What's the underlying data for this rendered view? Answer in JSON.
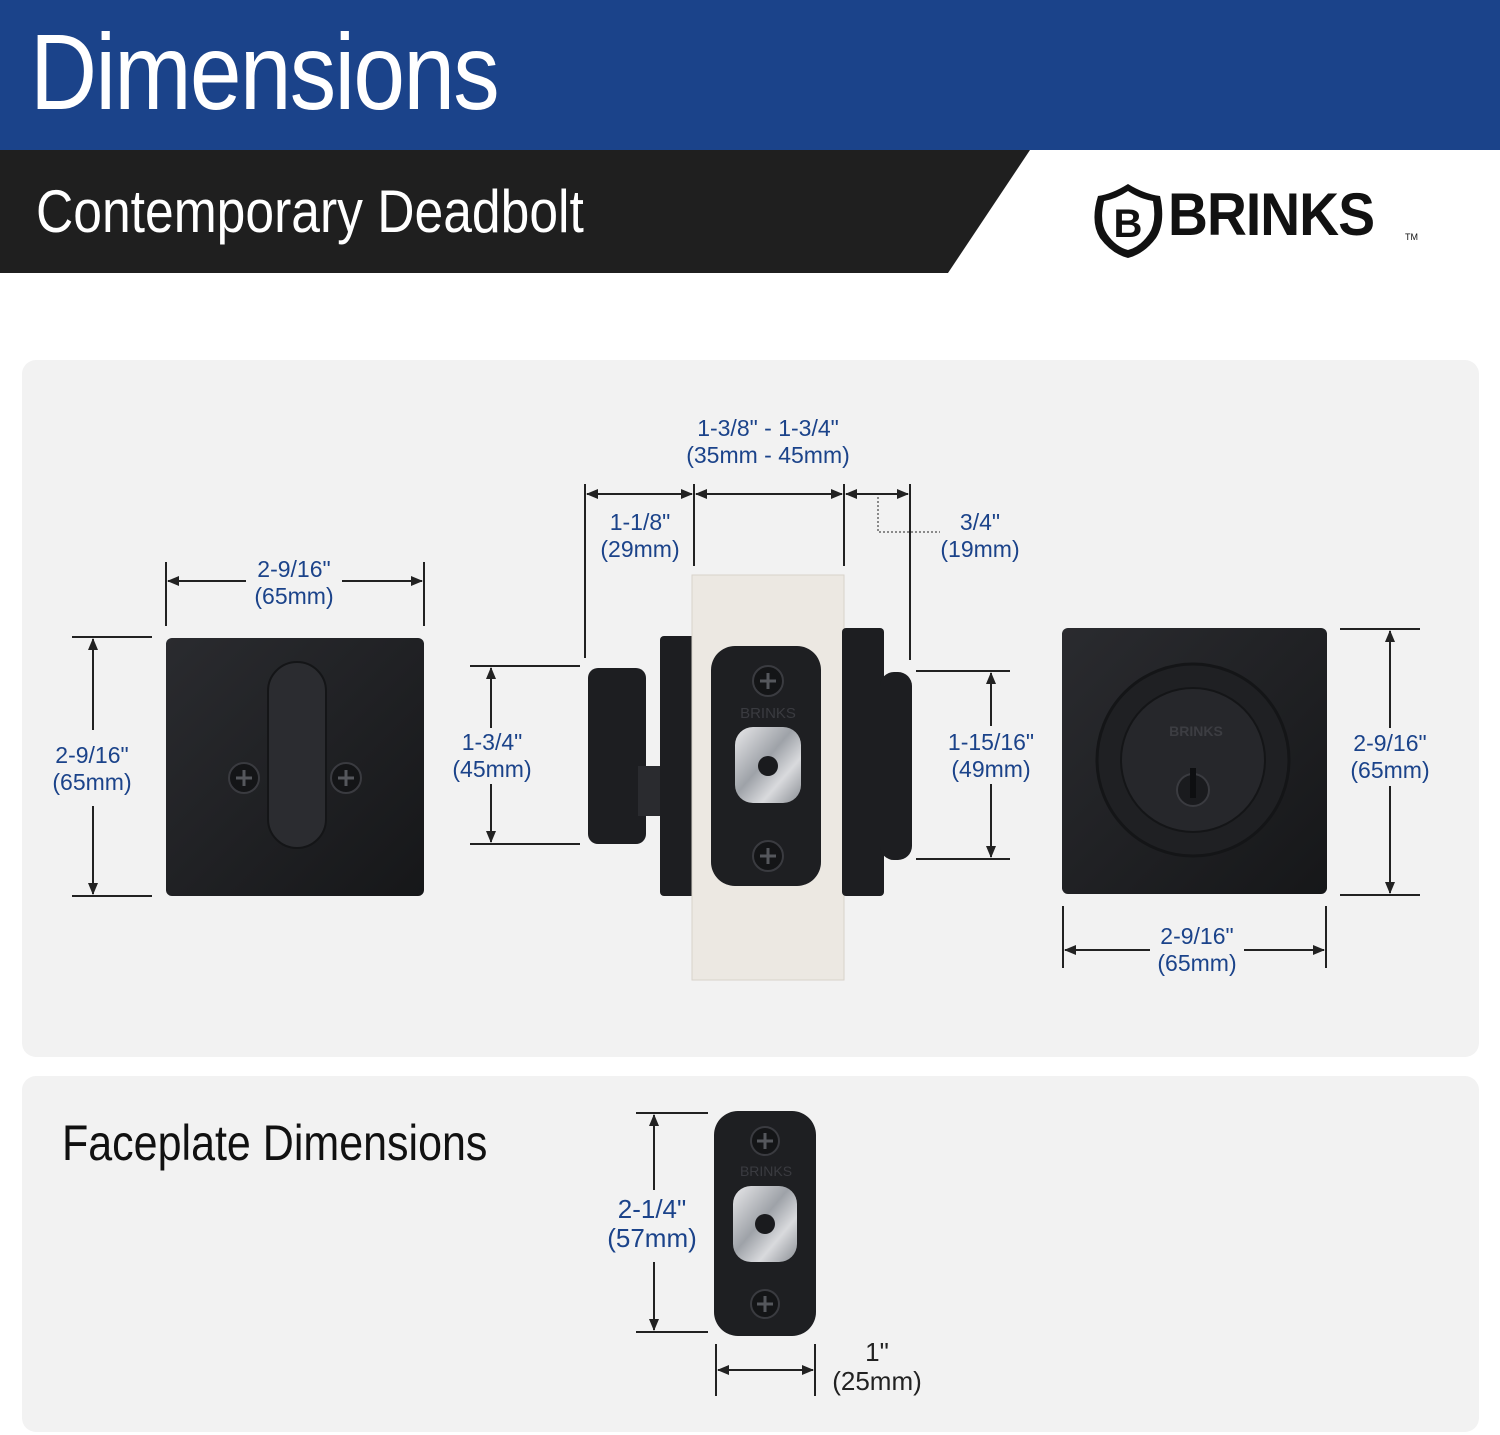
{
  "header": {
    "title": "Dimensions",
    "subtitle": "Contemporary Deadbolt",
    "brand": "BRINKS",
    "brand_mark_letter": "B",
    "brand_tm": "TM"
  },
  "colors": {
    "header_blue": "#1b438a",
    "subtitle_band": "#1f1f1f",
    "panel": "#f2f2f2",
    "hardware_black": "#1e1f22",
    "door_edge": "#ece8e2",
    "dimension_text": "#1b438a"
  },
  "diagram": {
    "thumbturn": {
      "width": {
        "imperial": "2-9/16\"",
        "metric": "(65mm)"
      },
      "height": {
        "imperial": "2-9/16\"",
        "metric": "(65mm)"
      }
    },
    "side_view": {
      "door_thickness": {
        "imperial": "1-3/8\" - 1-3/4\"",
        "metric": "(35mm - 45mm)"
      },
      "interior_projection": {
        "imperial": "1-1/8\"",
        "metric": "(29mm)"
      },
      "exterior_projection": {
        "imperial": "3/4\"",
        "metric": "(19mm)"
      },
      "interior_height": {
        "imperial": "1-3/4\"",
        "metric": "(45mm)"
      },
      "exterior_height": {
        "imperial": "1-15/16\"",
        "metric": "(49mm)"
      },
      "faceplate_logo": "BRINKS"
    },
    "keyed_cylinder": {
      "width": {
        "imperial": "2-9/16\"",
        "metric": "(65mm)"
      },
      "height": {
        "imperial": "2-9/16\"",
        "metric": "(65mm)"
      },
      "cylinder_logo": "BRINKS"
    }
  },
  "faceplate": {
    "title": "Faceplate Dimensions",
    "height": {
      "imperial": "2-1/4\"",
      "metric": "(57mm)"
    },
    "width": {
      "imperial": "1\"",
      "metric": "(25mm)"
    },
    "logo": "BRINKS"
  }
}
